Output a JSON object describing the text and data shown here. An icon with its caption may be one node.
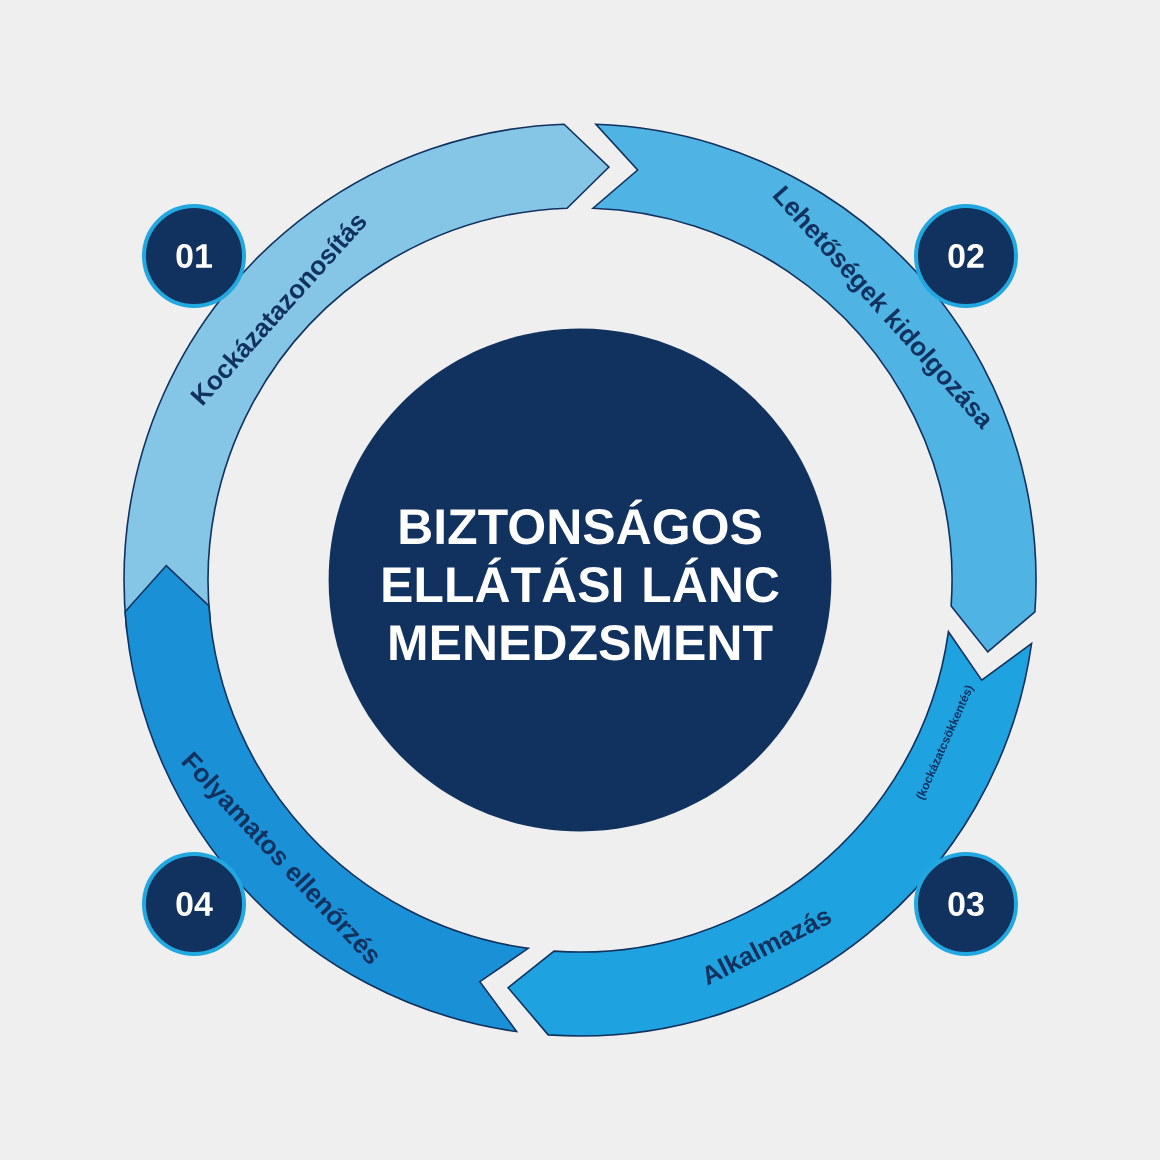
{
  "diagram": {
    "nodes": [
      {
        "text": [
          "BIZTONSÁGOS ELLÁTÁSI LÁNC MENEDZSMENT"
        ]
      },
      {
        "text": [
          "Kockázatazonosítás"
        ]
      },
      {
        "text": [
          "Lehetőségek kidolgozása"
        ]
      },
      {
        "text": [
          "Alkalmazás",
          "(kockázatcsökkentés)"
        ]
      },
      {
        "text": [
          "Folyamatos ellenőrzés"
        ]
      },
      {
        "text": [
          "01"
        ]
      },
      {
        "text": [
          "02"
        ]
      },
      {
        "text": [
          "03"
        ]
      },
      {
        "text": [
          "04"
        ]
      }
    ]
  }
}
